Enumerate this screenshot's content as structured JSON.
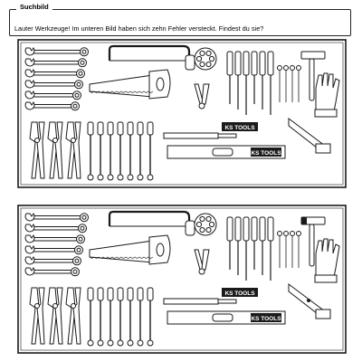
{
  "header": {
    "title": "Suchbild",
    "instruction": "Lauter Werkzeuge! Im unteren Bild haben sich zehn Fehler versteckt. Findest du sie?"
  },
  "pictures": [
    {
      "brand_label": "KS TOOLS",
      "level_brand_label": "KS TOOLS"
    },
    {
      "brand_label": "KS TOOLS",
      "level_brand_label": "KS TOOLS"
    }
  ],
  "colors": {
    "line": "#1a1a1a",
    "paper": "#ffffff"
  },
  "icons": [
    "spanner-icon",
    "saw-icon",
    "chisel-icon",
    "screwdriver-icon",
    "hammer-icon",
    "glove-icon",
    "pliers-icon",
    "level-icon",
    "socket-icon",
    "hacksaw-icon"
  ]
}
